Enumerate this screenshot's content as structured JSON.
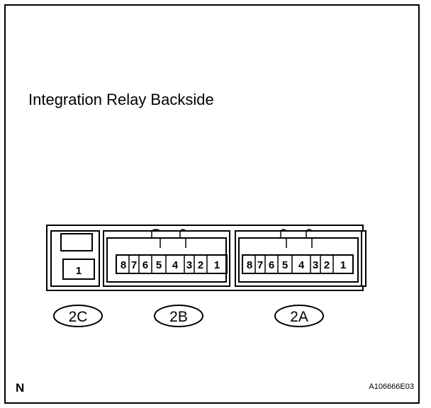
{
  "title": "Integration Relay Backside",
  "connectors": {
    "c2C": {
      "label": "2C",
      "pins": [
        "1"
      ]
    },
    "c2B": {
      "label": "2B",
      "pins": [
        "8",
        "7",
        "6",
        "5",
        "4",
        "3",
        "2",
        "1"
      ]
    },
    "c2A": {
      "label": "2A",
      "pins": [
        "8",
        "7",
        "6",
        "5",
        "4",
        "3",
        "2",
        "1"
      ]
    }
  },
  "north_label": "N",
  "figure_code": "A106666E03"
}
